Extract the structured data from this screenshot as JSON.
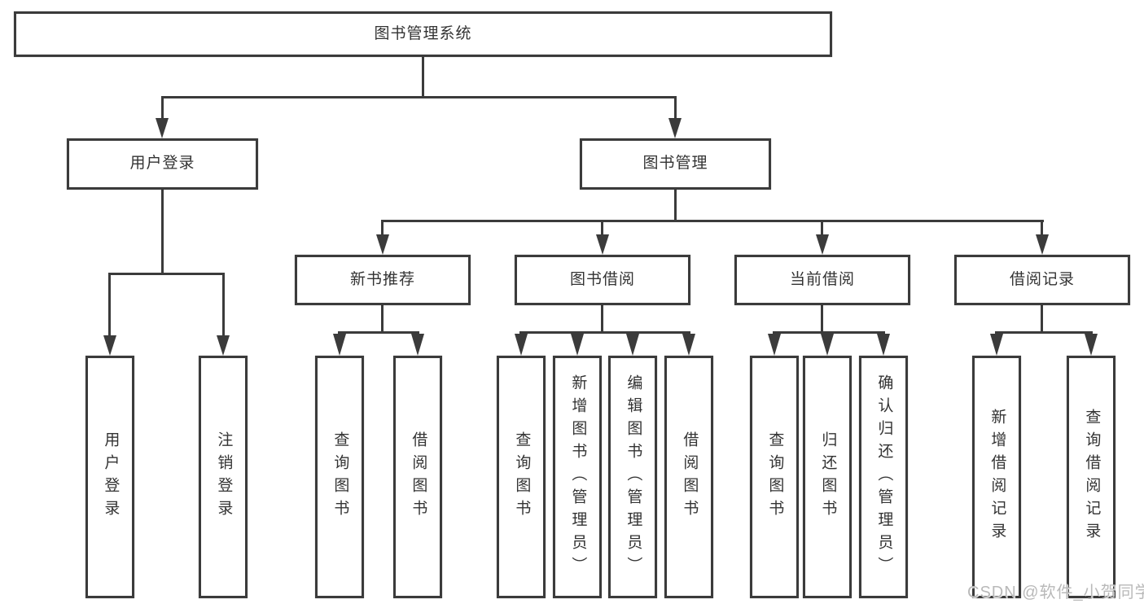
{
  "tree": {
    "label": "图书管理系统",
    "children": [
      {
        "label": "用户登录",
        "children": [
          {
            "label": "用户登录"
          },
          {
            "label": "注销登录"
          }
        ]
      },
      {
        "label": "图书管理",
        "children": [
          {
            "label": "新书推荐",
            "children": [
              {
                "label": "查询图书"
              },
              {
                "label": "借阅图书"
              }
            ]
          },
          {
            "label": "图书借阅",
            "children": [
              {
                "label": "查询图书"
              },
              {
                "label": "新增图书（管理员）"
              },
              {
                "label": "编辑图书（管理员）"
              },
              {
                "label": "借阅图书"
              }
            ]
          },
          {
            "label": "当前借阅",
            "children": [
              {
                "label": "查询图书"
              },
              {
                "label": "归还图书"
              },
              {
                "label": "确认归还（管理员）"
              }
            ]
          },
          {
            "label": "借阅记录",
            "children": [
              {
                "label": "新增借阅记录"
              },
              {
                "label": "查询借阅记录"
              }
            ]
          }
        ]
      }
    ]
  },
  "watermark": "CSDN @软件_小贺同学",
  "colors": {
    "line": "#3b3b3b",
    "text": "#333333",
    "background": "#ffffff",
    "watermark": "#b9b9b9"
  }
}
